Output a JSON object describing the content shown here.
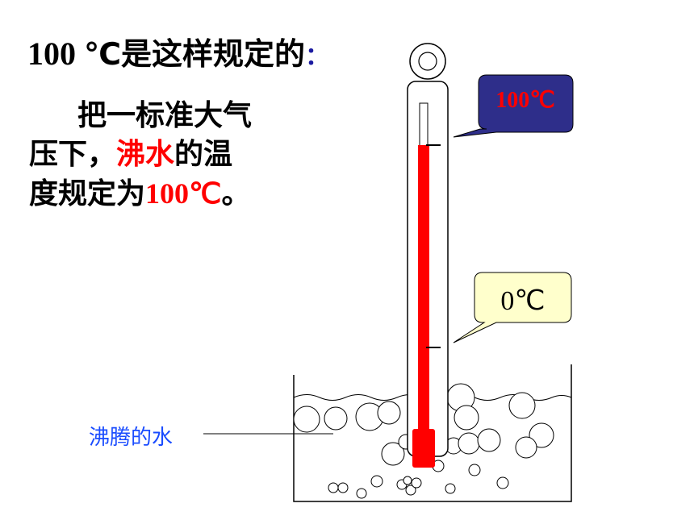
{
  "title": {
    "number": "100 ",
    "rest": "℃是这样规定的",
    "colon": "："
  },
  "paragraph": {
    "line1": "把一标准大气",
    "line2_a": "压下，",
    "line2_red": "沸水",
    "line2_b": "的温",
    "line3_a": "度规定为",
    "line3_red": "100℃",
    "line3_b": "。"
  },
  "callouts": {
    "top": "100℃",
    "bottom": "0℃"
  },
  "water_label": "沸腾的水",
  "colors": {
    "mercury": "#ff0000",
    "callout_top_fill": "#2e2e8a",
    "callout_top_text": "#ff0000",
    "callout_bottom_fill": "#ffffcc",
    "label_blue": "#1a4cff"
  }
}
